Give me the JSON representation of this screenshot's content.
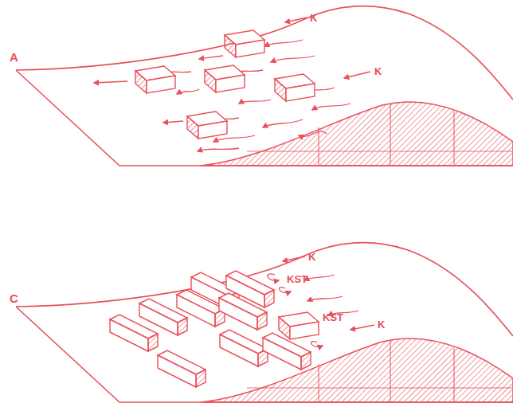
{
  "diagram": {
    "labels": [
      "A",
      "K",
      "K",
      "C",
      "K",
      "KST",
      "KST",
      "K"
    ]
  }
}
